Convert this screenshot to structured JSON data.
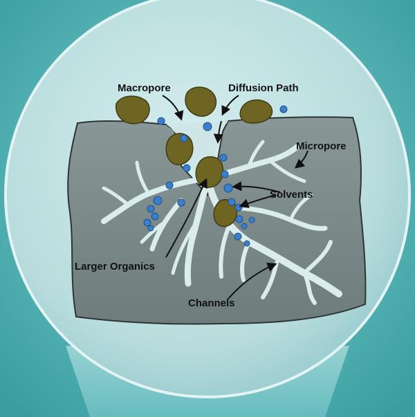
{
  "labels": {
    "macropore": "Macropore",
    "diffusion_path": "Diffusion Path",
    "micropore": "Micropore",
    "solvents": "Solvents",
    "larger_organics": "Larger Organics",
    "channels": "Channels"
  },
  "colors": {
    "background": "#4fb2b4",
    "lens": "#bfe0e2",
    "matrix": "#7d8b8b",
    "channel": "#dbecec",
    "organic": "#6f6522",
    "solvent": "#3a7fcc"
  }
}
